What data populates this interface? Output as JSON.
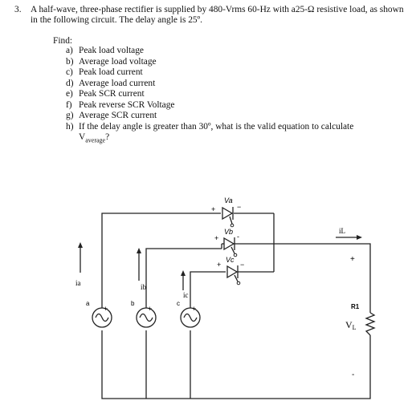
{
  "problem": {
    "number": "3.",
    "statement": "A half-wave, three-phase rectifier is supplied by 480-Vrms 60-Hz with a25-Ω resistive load, as shown in the following circuit. The delay angle is 25º.",
    "find_label": "Find:",
    "items": [
      {
        "label": "a)",
        "text": "Peak load voltage"
      },
      {
        "label": "b)",
        "text": "Average load voltage"
      },
      {
        "label": "c)",
        "text": "Peak load current"
      },
      {
        "label": "d)",
        "text": "Average load current"
      },
      {
        "label": "e)",
        "text": "Peak SCR current"
      },
      {
        "label": "f)",
        "text": "Peak reverse SCR Voltage"
      },
      {
        "label": "g)",
        "text": "Average SCR current"
      },
      {
        "label": "h)",
        "text": "If the delay angle is greater than 30º, what is the valid equation to calculate"
      }
    ],
    "h_continuation_main": "V",
    "h_continuation_sub": "average",
    "h_continuation_end": "?"
  },
  "circuit": {
    "scr_labels": [
      "Va",
      "Vb",
      "Vc"
    ],
    "current_labels": [
      "ia",
      "ib",
      "ic"
    ],
    "source_labels": [
      "a",
      "b",
      "c"
    ],
    "load_current": "iL",
    "load_voltage_main": "V",
    "load_voltage_sub": "L",
    "resistor_label": "R1",
    "plus": "+",
    "minus": "−",
    "minus_short": "-",
    "load_minus": "-"
  }
}
